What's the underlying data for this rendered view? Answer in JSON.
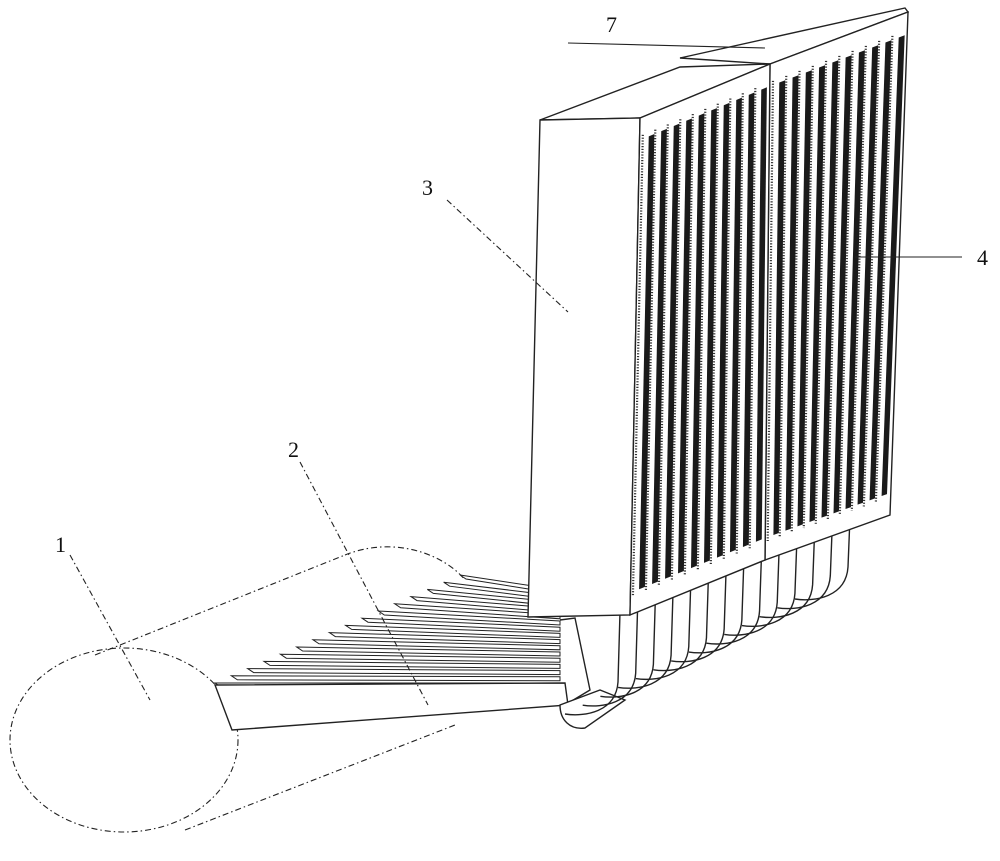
{
  "callouts": [
    {
      "id": "label-1",
      "text": "1"
    },
    {
      "id": "label-2",
      "text": "2"
    },
    {
      "id": "label-3",
      "text": "3"
    },
    {
      "id": "label-4",
      "text": "4"
    },
    {
      "id": "label-7",
      "text": "7"
    }
  ],
  "colors": {
    "ink": "#222222",
    "background": "#ffffff"
  }
}
